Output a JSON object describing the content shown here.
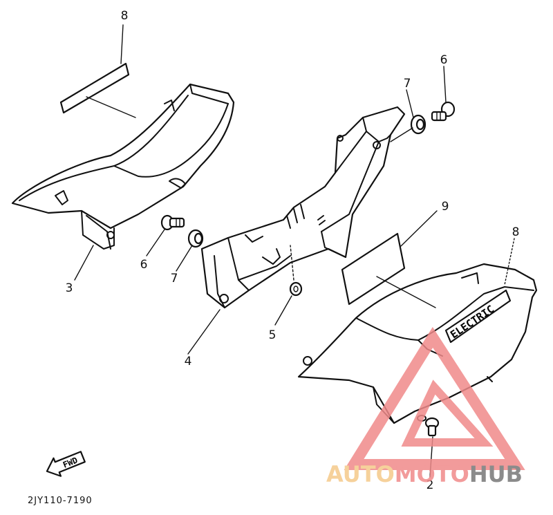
{
  "diagram": {
    "code": "2JY110-7190",
    "fwd_label": "FWD",
    "emblem_text": "ELECTRIC",
    "labels": {
      "p8_left": "8",
      "p8_right": "8",
      "p6_top": "6",
      "p7_top": "7",
      "p6_mid": "6",
      "p7_mid": "7",
      "p3": "3",
      "p4": "4",
      "p5": "5",
      "p9": "9",
      "p2": "2"
    }
  },
  "watermark": {
    "part1": "AUTO",
    "part2": "MOTO",
    "part3": "HUB",
    "color_light": "#f5c98a",
    "color_red": "#f08a8a",
    "color_gray": "#777777"
  }
}
